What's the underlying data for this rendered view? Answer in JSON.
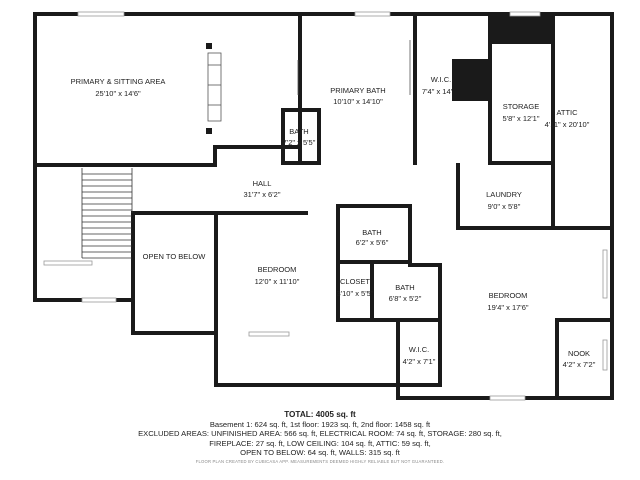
{
  "rooms": [
    {
      "name": "PRIMARY & SITTING AREA",
      "dim": "25'10\" x 14'6\""
    },
    {
      "name": "PRIMARY BATH",
      "dim": "10'10\" x 14'10\""
    },
    {
      "name": "W.I.C.",
      "dim": "7'4\" x 14'"
    },
    {
      "name": "STORAGE",
      "dim": "5'8\" x 12'1\""
    },
    {
      "name": "ATTIC",
      "dim": "4'11\" x 20'10\""
    },
    {
      "name": "BATH",
      "dim": "7'2\" x 5'5\""
    },
    {
      "name": "HALL",
      "dim": "31'7\" x 6'2\""
    },
    {
      "name": "LAUNDRY",
      "dim": "9'0\" x 5'8\""
    },
    {
      "name": "OPEN TO BELOW",
      "dim": ""
    },
    {
      "name": "BEDROOM",
      "dim": "12'0\" x 11'10\""
    },
    {
      "name": "BATH",
      "dim": "6'2\" x 5'6\""
    },
    {
      "name": "CLOSET",
      "dim": "3'10\" x 5'5\""
    },
    {
      "name": "BATH",
      "dim": "6'8\" x 5'2\""
    },
    {
      "name": "BEDROOM",
      "dim": "19'4\" x 17'6\""
    },
    {
      "name": "W.I.C.",
      "dim": "4'2\" x 7'1\""
    },
    {
      "name": "NOOK",
      "dim": "4'2\" x 7'2\""
    }
  ],
  "summary": {
    "total": "TOTAL: 4005 sq. ft",
    "line1": "Basement 1: 624 sq. ft, 1st floor: 1923 sq. ft, 2nd floor: 1458 sq. ft",
    "line2": "EXCLUDED AREAS: UNFINISHED AREA: 566 sq. ft, ELECTRICAL ROOM: 74 sq. ft, STORAGE: 280 sq. ft,",
    "line3": "FIREPLACE: 27 sq. ft, LOW CEILING: 104 sq. ft, ATTIC: 59 sq. ft,",
    "line4": "OPEN TO BELOW: 64 sq. ft, WALLS: 315 sq. ft",
    "disclaimer": "FLOOR PLAN CREATED BY CUBICASA APP. MEASUREMENTS DEEMED HIGHLY RELIABLE BUT NOT GUARANTEED."
  }
}
